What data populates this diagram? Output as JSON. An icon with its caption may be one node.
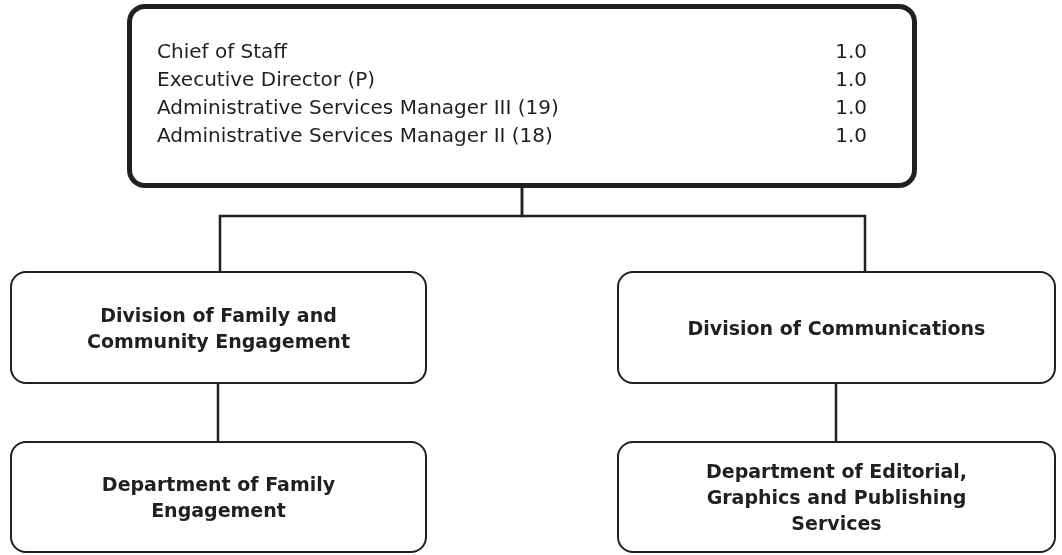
{
  "diagram": {
    "nodes": [
      {
        "text": [
          "Chief of Staff",
          "1.0",
          "Executive Director (P)",
          "1.0",
          "Administrative Services Manager III (19)",
          "1.0",
          "Administrative Services Manager II (18)",
          "1.0"
        ]
      },
      {
        "text": [
          "Division of Family and Community Engagement"
        ]
      },
      {
        "text": [
          "Division of Communications"
        ]
      },
      {
        "text": [
          "Department of Family Engagement"
        ]
      },
      {
        "text": [
          "Department of Editorial, Graphics and Publishing Services"
        ]
      }
    ],
    "edges": [
      {
        "from": 0,
        "to": 1,
        "arrow": "none"
      },
      {
        "from": 0,
        "to": 2,
        "arrow": "none"
      },
      {
        "from": 1,
        "to": 3,
        "arrow": "none"
      },
      {
        "from": 2,
        "to": 4,
        "arrow": "none"
      }
    ]
  }
}
